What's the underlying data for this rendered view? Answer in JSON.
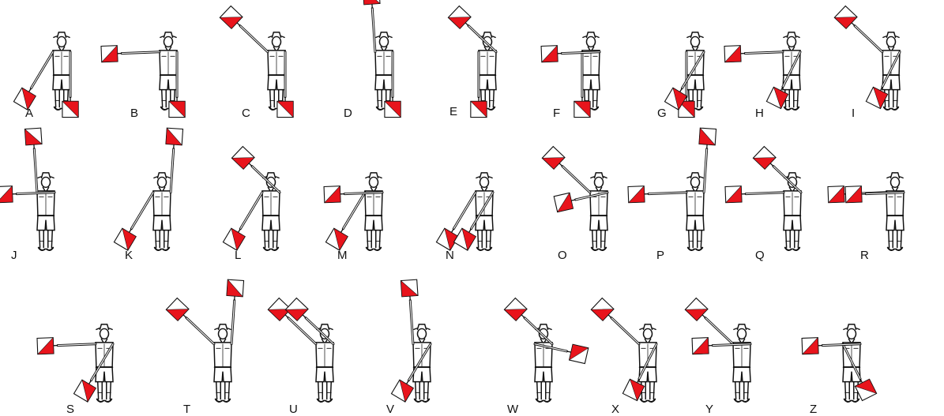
{
  "colors": {
    "flag_red": "#e8141c",
    "flag_white": "#ffffff",
    "ink": "#111111"
  },
  "figures": [
    {
      "letter": "A",
      "right_hand": "low-right",
      "left_hand": "down"
    },
    {
      "letter": "B",
      "right_hand": "out-right",
      "left_hand": "down"
    },
    {
      "letter": "C",
      "right_hand": "up-right",
      "left_hand": "down"
    },
    {
      "letter": "D",
      "right_hand": "up",
      "left_hand": "down"
    },
    {
      "letter": "E",
      "right_hand": "down",
      "left_hand": "up-left"
    },
    {
      "letter": "F",
      "right_hand": "down",
      "left_hand": "out-left"
    },
    {
      "letter": "G",
      "right_hand": "down",
      "left_hand": "low-left"
    },
    {
      "letter": "H",
      "right_hand": "out-right",
      "left_hand": "across-low"
    },
    {
      "letter": "I",
      "right_hand": "up-right",
      "left_hand": "across-low"
    },
    {
      "letter": "J",
      "right_hand": "up",
      "left_hand": "out-left"
    },
    {
      "letter": "K",
      "right_hand": "low-right",
      "left_hand": "up"
    },
    {
      "letter": "L",
      "right_hand": "low-right",
      "left_hand": "up-left"
    },
    {
      "letter": "M",
      "right_hand": "low-right",
      "left_hand": "out-left"
    },
    {
      "letter": "N",
      "right_hand": "low-right",
      "left_hand": "low-left"
    },
    {
      "letter": "O",
      "right_hand": "up-right",
      "left_hand": "across-out"
    },
    {
      "letter": "P",
      "right_hand": "out-right",
      "left_hand": "up"
    },
    {
      "letter": "Q",
      "right_hand": "out-right",
      "left_hand": "up-left"
    },
    {
      "letter": "R",
      "right_hand": "out-right",
      "left_hand": "out-left"
    },
    {
      "letter": "S",
      "right_hand": "out-right",
      "left_hand": "low-left"
    },
    {
      "letter": "T",
      "right_hand": "up-right",
      "left_hand": "up"
    },
    {
      "letter": "U",
      "right_hand": "up-right",
      "left_hand": "up-left"
    },
    {
      "letter": "V",
      "right_hand": "up",
      "left_hand": "low-left"
    },
    {
      "letter": "W",
      "right_hand": "across-out",
      "left_hand": "up-left"
    },
    {
      "letter": "X",
      "right_hand": "up-right",
      "left_hand": "across-low"
    },
    {
      "letter": "Y",
      "right_hand": "up-right",
      "left_hand": "out-left"
    },
    {
      "letter": "Z",
      "right_hand": "across-low",
      "left_hand": "out-left"
    }
  ]
}
